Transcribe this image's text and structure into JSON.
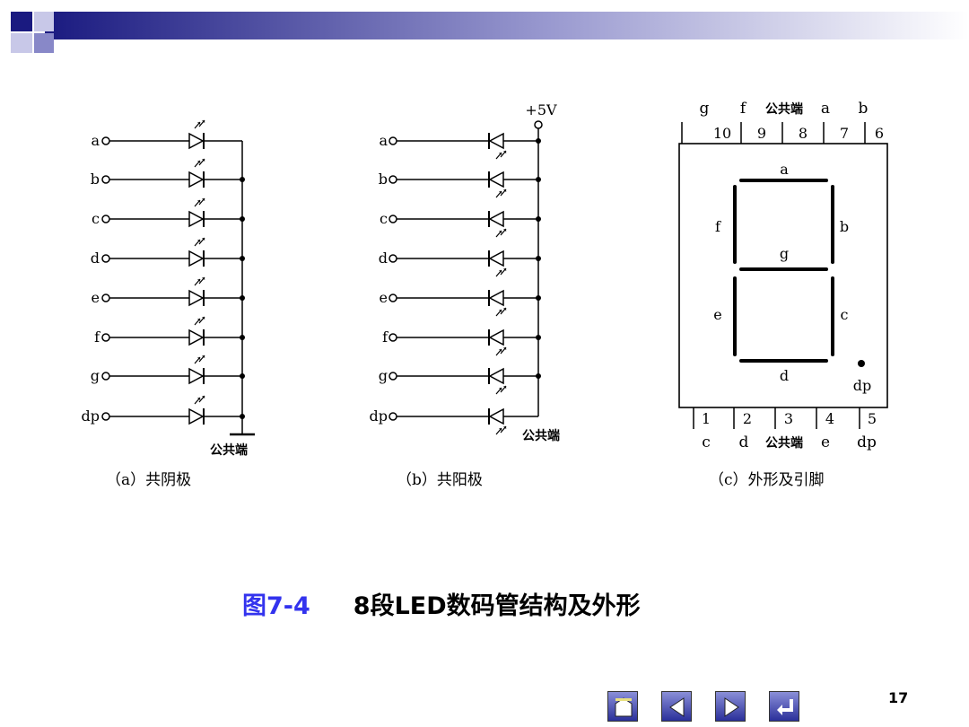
{
  "caption": {
    "figure_number": "图7-4",
    "title": "8段LED数码管结构及外形"
  },
  "page_number": "17",
  "common_cathode": {
    "pins": [
      "a",
      "b",
      "c",
      "d",
      "e",
      "f",
      "g",
      "dp"
    ],
    "common_label": "公共端",
    "caption": "（a）共阴极"
  },
  "common_anode": {
    "pins": [
      "a",
      "b",
      "c",
      "d",
      "e",
      "f",
      "g",
      "dp"
    ],
    "supply_label": "+5V",
    "common_label": "公共端",
    "caption": "（b）共阳极"
  },
  "package": {
    "top_pin_labels": [
      "g",
      "f",
      "公共端",
      "a",
      "b"
    ],
    "top_pin_numbers": [
      "10",
      "9",
      "8",
      "7",
      "6"
    ],
    "bottom_pin_numbers": [
      "1",
      "2",
      "3",
      "4",
      "5"
    ],
    "bottom_pin_labels": [
      "c",
      "d",
      "公共端",
      "e",
      "dp"
    ],
    "segments": {
      "a": "a",
      "b": "b",
      "c": "c",
      "d": "d",
      "e": "e",
      "f": "f",
      "g": "g",
      "dp": "dp"
    },
    "caption": "（c）外形及引脚"
  },
  "nav": {
    "home": "home-icon",
    "prev": "arrow-left-icon",
    "next": "arrow-right-icon",
    "return": "return-icon"
  },
  "colors": {
    "caption_number": "#3333ee",
    "header_dark": "#1a1a80"
  }
}
